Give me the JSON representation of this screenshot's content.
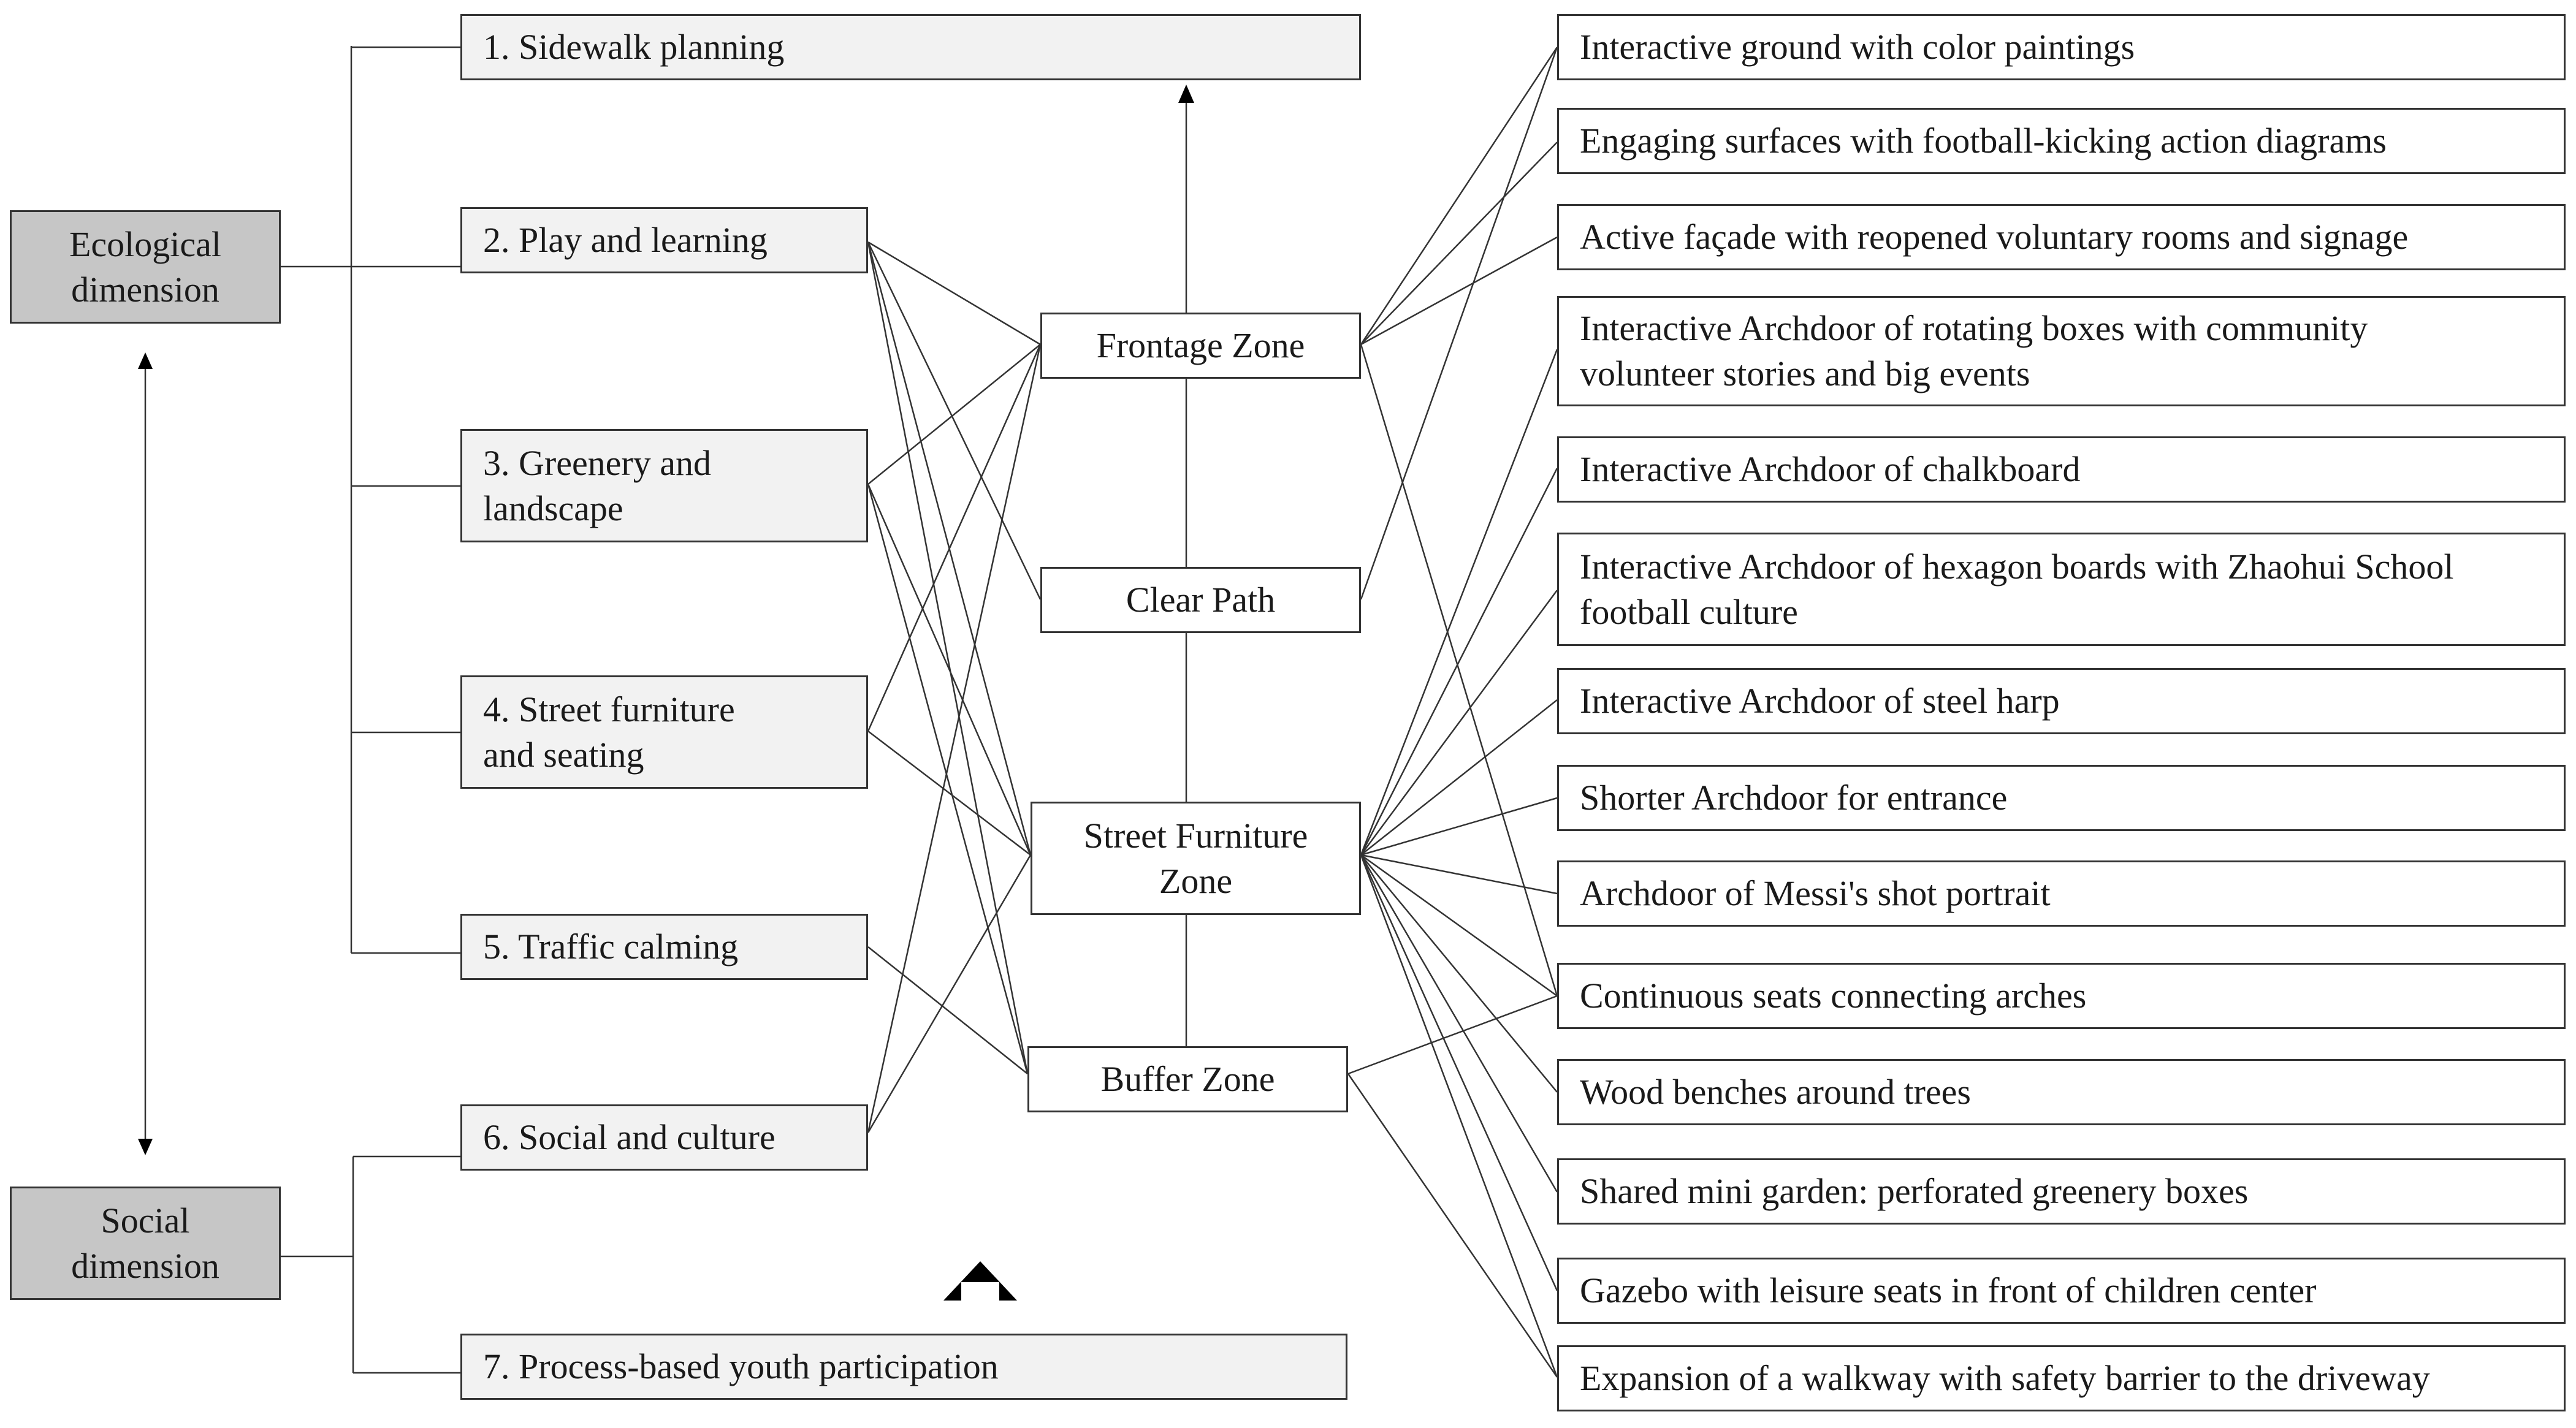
{
  "dimensions": {
    "ecological": "Ecological\ndimension",
    "social": "Social\ndimension"
  },
  "categories": {
    "c1": "1. Sidewalk planning",
    "c2": "2. Play and learning",
    "c3": "3. Greenery and\nlandscape",
    "c4": "4. Street furniture\n and seating",
    "c5": "5. Traffic calming",
    "c6": "6. Social and culture",
    "c7": "7. Process-based youth participation"
  },
  "zones": {
    "frontage": "Frontage Zone",
    "clear": "Clear Path",
    "furniture": "Street Furniture\nZone",
    "buffer": "Buffer Zone"
  },
  "items": [
    "Interactive ground with color paintings",
    "Engaging surfaces with football-kicking action diagrams",
    "Active façade with reopened voluntary rooms and signage",
    "Interactive Archdoor of rotating boxes with community\nvolunteer stories and big events",
    "Interactive Archdoor of chalkboard",
    "Interactive Archdoor of hexagon boards with Zhaohui School\nfootball culture",
    "Interactive Archdoor of steel harp",
    "Shorter Archdoor for entrance",
    "Archdoor of Messi's shot portrait",
    "Continuous seats connecting arches",
    "Wood benches around trees",
    "Shared mini garden: perforated greenery boxes",
    "Gazebo with leisure seats in front of children center",
    "Expansion of a walkway with safety barrier to the driveway"
  ],
  "colors": {
    "dimension_fill": "#c6c6c6",
    "category_fill": "#f2f2f2",
    "line": "#333333"
  }
}
